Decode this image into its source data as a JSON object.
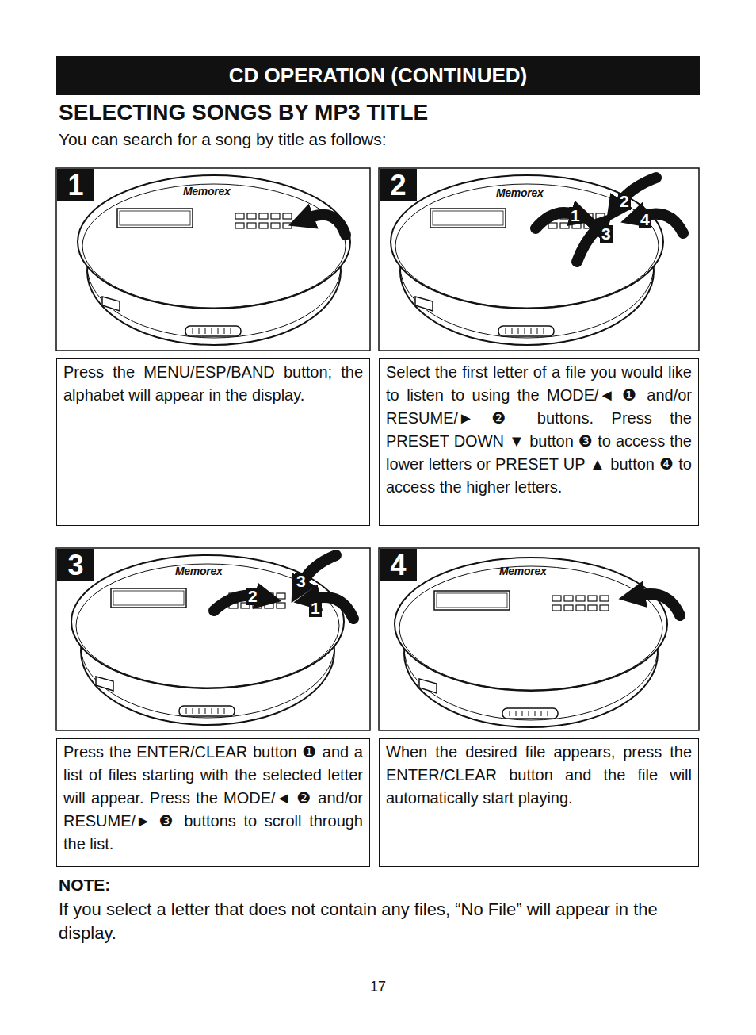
{
  "diagram": {
    "title": "SELECTING SONGS BY MP3 TITLE",
    "nodes": [
      {
        "text": [
          "CD OPERATION (CONTINUED)"
        ]
      },
      {
        "text": [
          "1"
        ]
      },
      {
        "text": [
          "Press the MENU/ESP/BAND button; the alphabet will appear in the display."
        ]
      },
      {
        "text": [
          "2"
        ]
      },
      {
        "text": [
          "Select the first letter of a file you would like to listen to using the MODE/◄ ❶ and/or RESUME/► ❷ buttons. Press the PRESET DOWN ▼ button ❸ to access the lower letters or PRESET UP ▲ button ❹ to access the higher letters."
        ]
      },
      {
        "text": [
          "3"
        ]
      },
      {
        "text": [
          "Press the ENTER/CLEAR button ❶ and a list of files starting with the selected letter will appear. Press the MODE/◄ ❷ and/or RESUME/► ❸ buttons to scroll through the list."
        ]
      },
      {
        "text": [
          "4"
        ]
      },
      {
        "text": [
          "When the desired file appears, press the ENTER/CLEAR button and the file will automatically start playing."
        ]
      }
    ],
    "labels": [
      "You can search for a song by title as follows:",
      "Memorex",
      "Memorex",
      "1",
      "2",
      "3",
      "4",
      "Memorex",
      "2",
      "3",
      "1",
      "Memorex",
      "NOTE:",
      "If you select a letter that does not contain any files, “No File” will appear in the display.",
      "17"
    ]
  }
}
